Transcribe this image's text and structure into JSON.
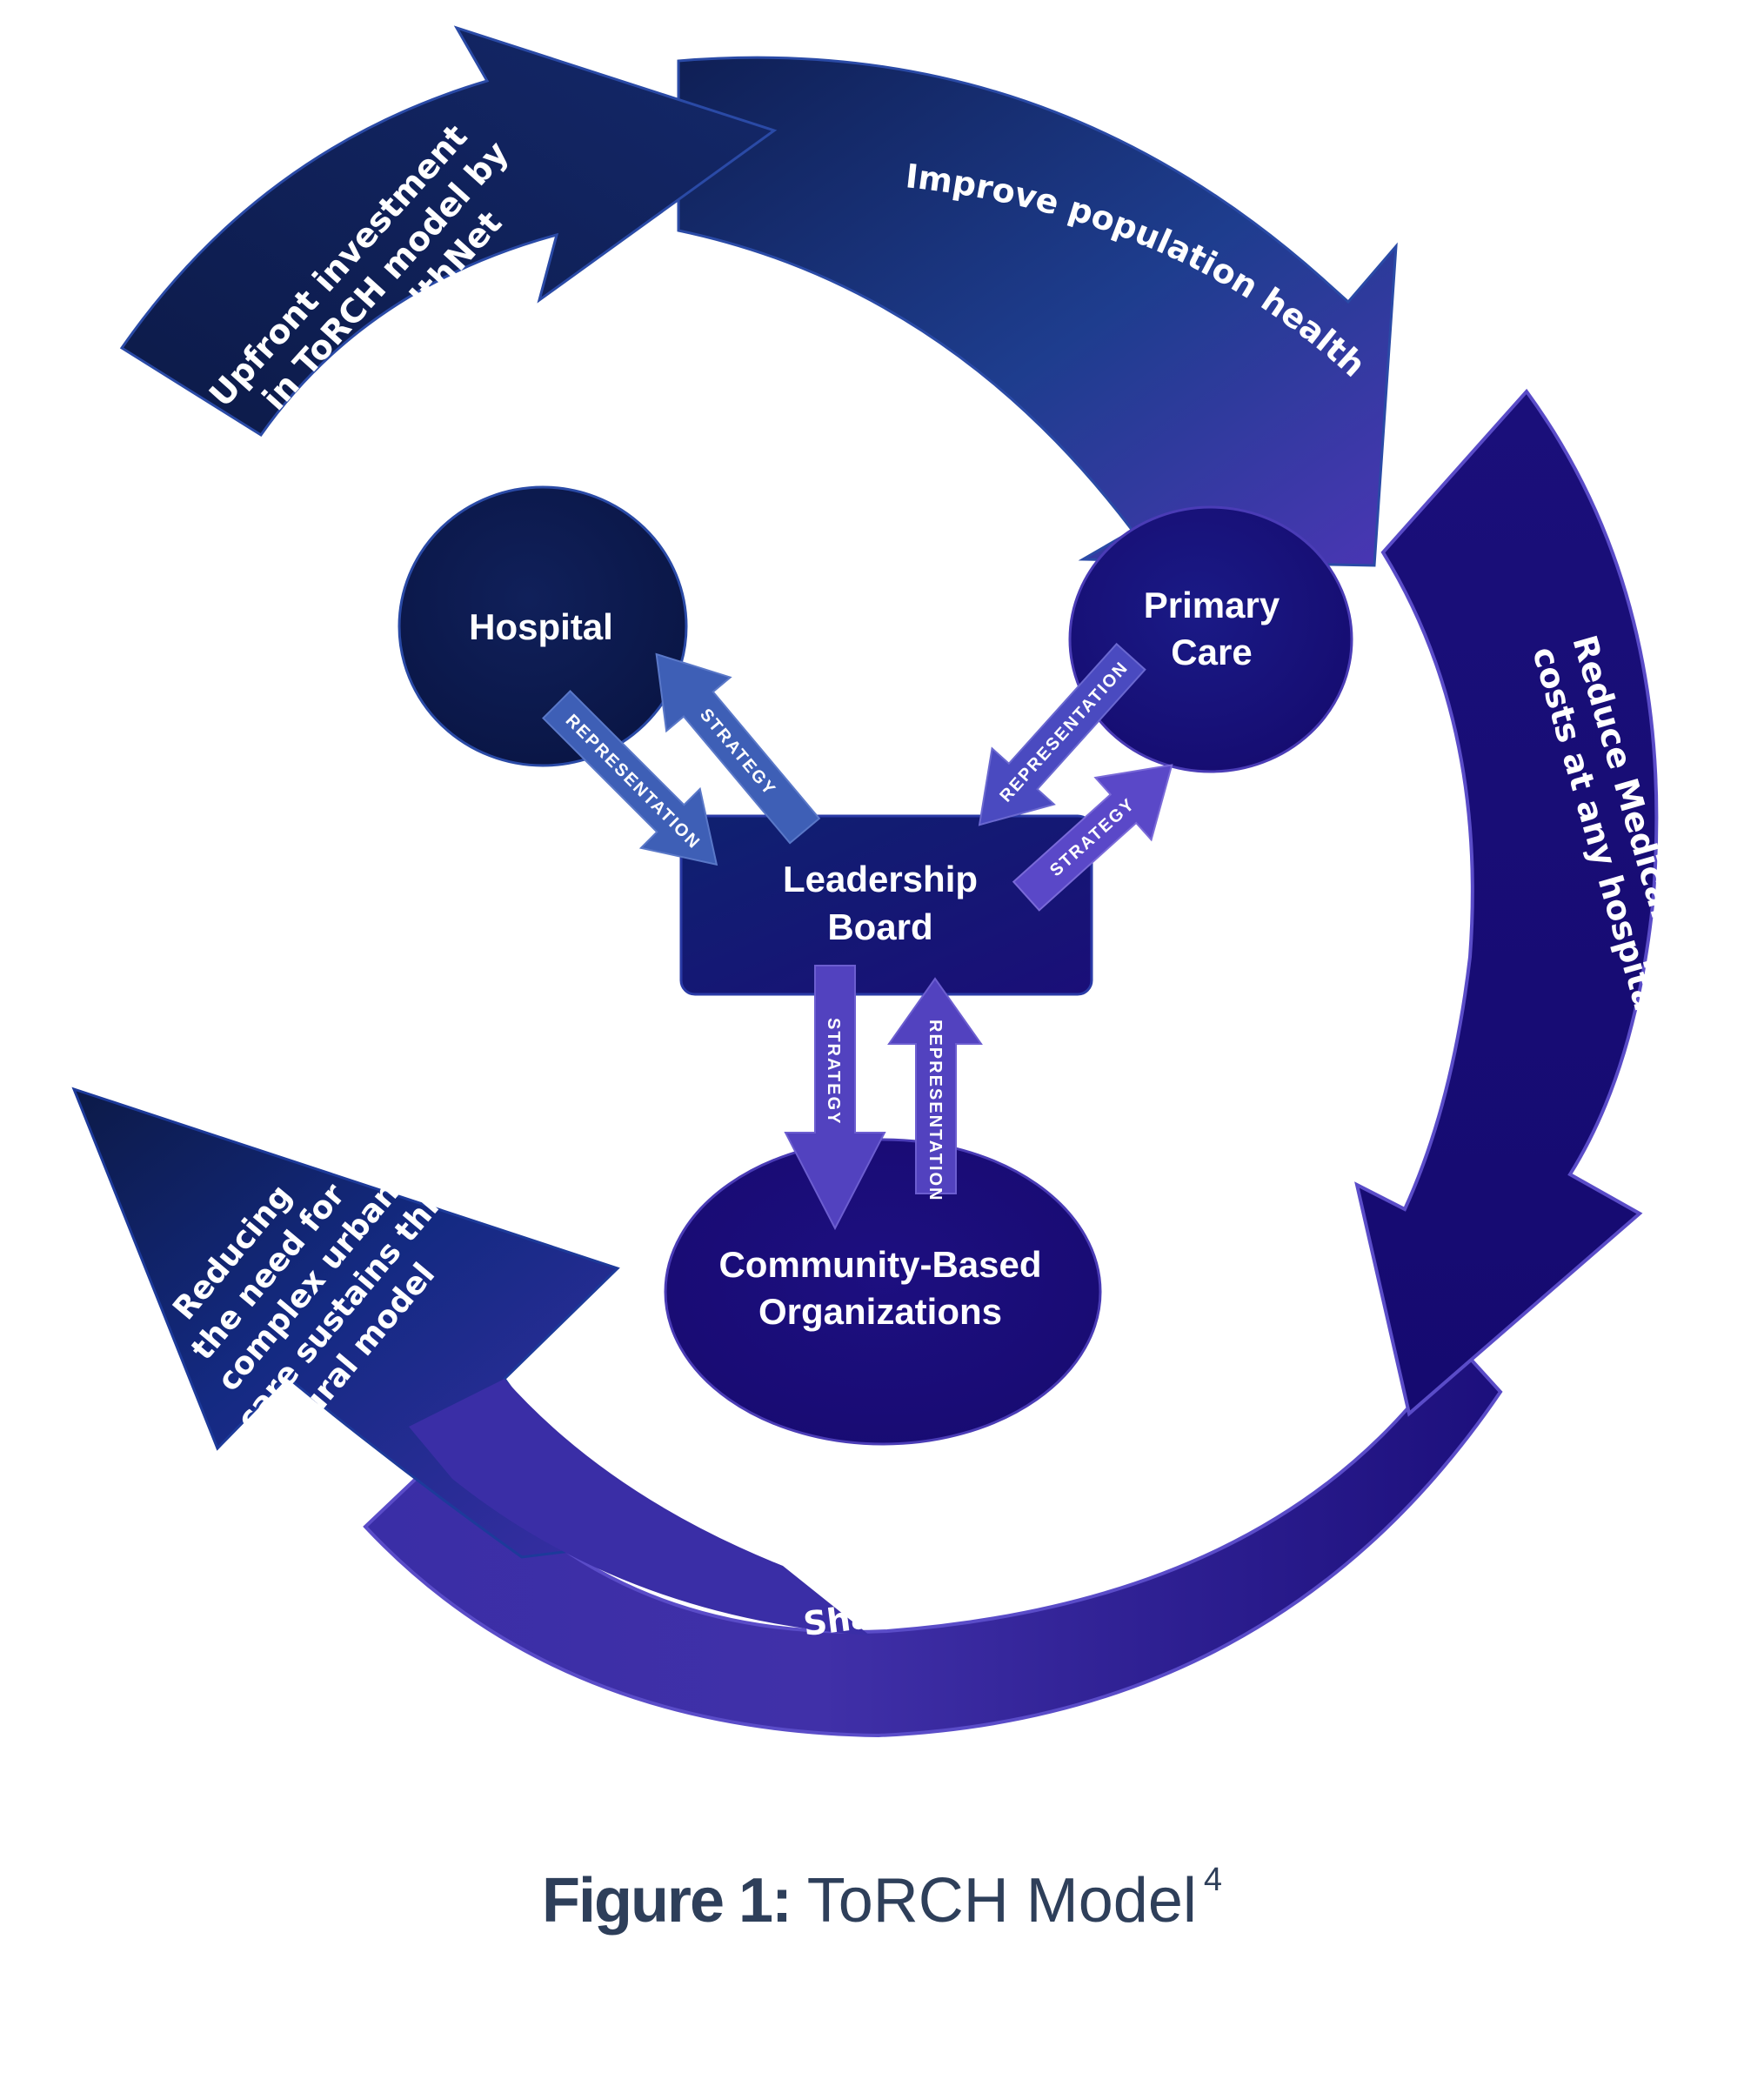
{
  "figure": {
    "caption_label": "Figure 1:",
    "caption_title": "ToRCH Model",
    "caption_footnote": "4"
  },
  "colors": {
    "dark_navy": "#0d1d4f",
    "royal_blue": "#1f3f8f",
    "indigo": "#17107a",
    "violet": "#4a3cb6",
    "light_arrow_blue": "#3e5fb6",
    "light_arrow_violet": "#5a4cc8",
    "caption": "#2e3f5a"
  },
  "cycle_arrows": [
    {
      "id": "upfront",
      "lines": [
        "Upfront investment",
        "in ToRCH model by",
        "MO HealthNet"
      ]
    },
    {
      "id": "improve",
      "lines": [
        "Improve population health"
      ]
    },
    {
      "id": "reduce",
      "lines": [
        "Reduce Medicaid hospital",
        "costs at any hospital"
      ]
    },
    {
      "id": "share",
      "lines": [
        "Share in the total savings"
      ]
    },
    {
      "id": "reducing",
      "lines": [
        "Reducing",
        "the need for",
        "complex urban",
        "care sustains this",
        "rural model"
      ]
    }
  ],
  "nodes": {
    "hospital": "Hospital",
    "primary_care_line1": "Primary",
    "primary_care_line2": "Care",
    "leadership_line1": "Leadership",
    "leadership_line2": "Board",
    "cbo_line1": "Community-Based",
    "cbo_line2": "Organizations"
  },
  "connectors": {
    "hospital_to_board": "REPRESENTATION",
    "board_to_hospital": "STRATEGY",
    "primary_to_board": "REPRESENTATION",
    "board_to_primary": "STRATEGY",
    "board_to_cbo": "STRATEGY",
    "cbo_to_board": "REPRESENTATION"
  }
}
